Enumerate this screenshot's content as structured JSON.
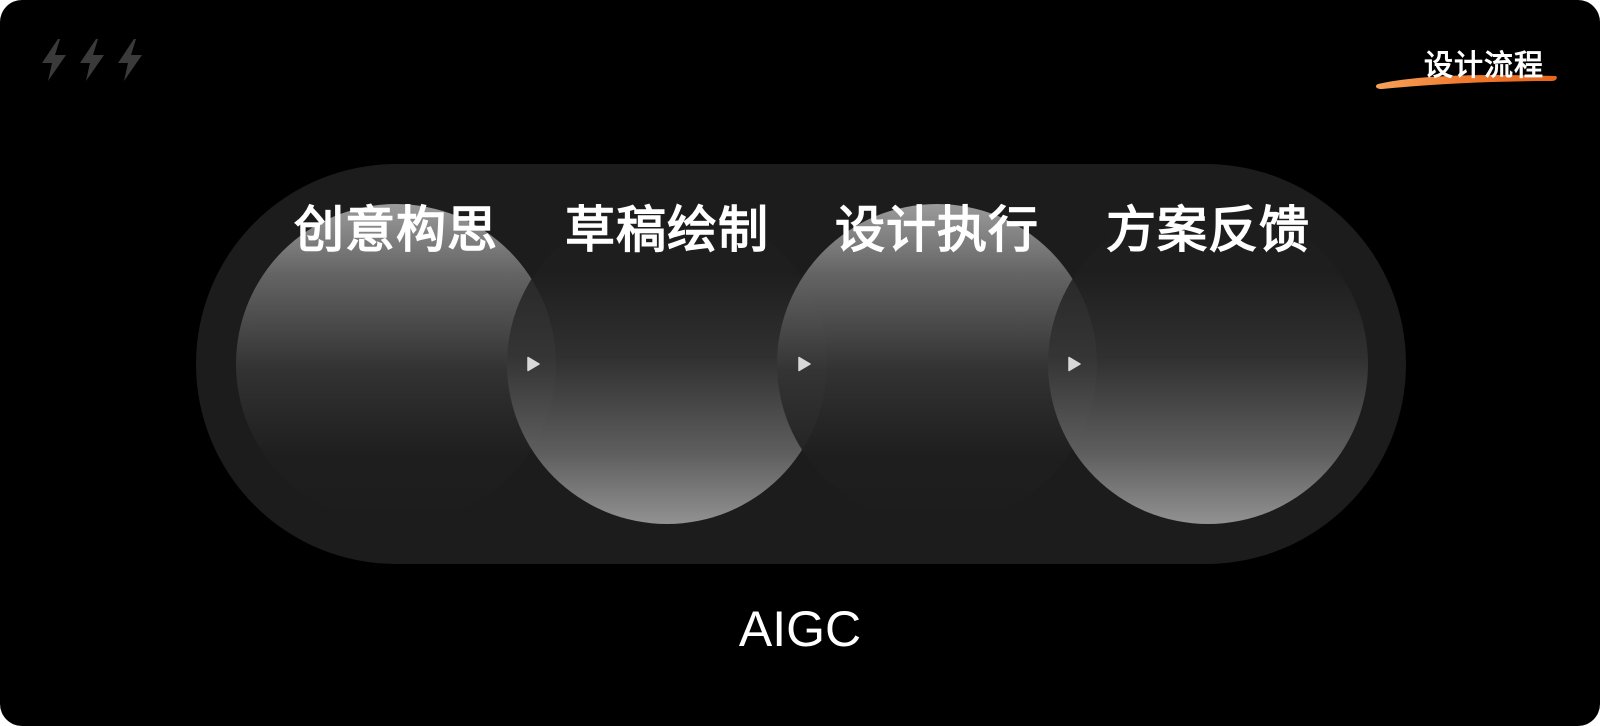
{
  "header": {
    "section_title": "设计流程",
    "accent_color": "#f07a2e",
    "icons": [
      "lightning-icon",
      "lightning-icon",
      "lightning-icon"
    ]
  },
  "flow": {
    "steps": [
      {
        "label": "创意构思"
      },
      {
        "label": "草稿绘制"
      },
      {
        "label": "设计执行"
      },
      {
        "label": "方案反馈"
      }
    ],
    "connector_icon": "play-triangle-icon"
  },
  "caption": "AIGC"
}
